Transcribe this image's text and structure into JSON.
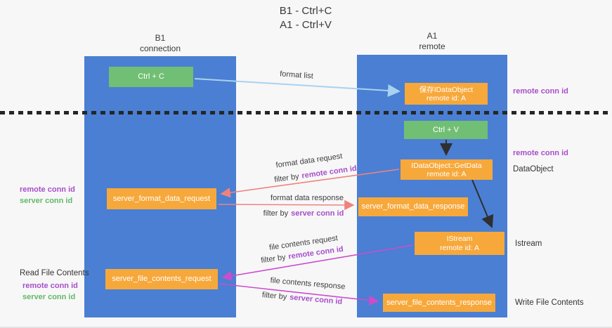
{
  "title": {
    "line1": "B1 - Ctrl+C",
    "line2": "A1 - Ctrl+V"
  },
  "lanes": {
    "left": {
      "header": "B1",
      "subheader": "connection"
    },
    "right": {
      "header": "A1",
      "subheader": "remote"
    }
  },
  "boxes": {
    "ctrl_c": "Ctrl + C",
    "ctrl_v": "Ctrl + V",
    "save_idataobject": {
      "line1": "保存IDataObject",
      "line2": "remote id: A"
    },
    "getdata": {
      "line1": "IDataObject::GetData",
      "line2": "remote id: A"
    },
    "istream": {
      "line1": "IStream",
      "line2": "remote id: A"
    },
    "server_format_data_request": "server_format_data_request",
    "server_format_data_response": "server_format_data_response",
    "server_file_contents_request": "server_file_contents_request",
    "server_file_contents_response": "server_file_contents_response"
  },
  "labels": {
    "format_list": "format list",
    "format_data_request": "format data request",
    "format_data_response": "format data response",
    "file_contents_request": "file contents request",
    "file_contents_response": "file contents response",
    "filter_by": "filter by",
    "remote_conn_id": "remote conn id",
    "server_conn_id": "server conn id",
    "dataobject": "DataObject",
    "istream": "Istream",
    "read_file_contents": "Read File Contents",
    "write_file_contents": "Write File Contents"
  },
  "colors": {
    "lane-blue": "#4a7fd3",
    "box-orange": "#f7a83b",
    "box-green": "#71bf74",
    "text-purple": "#a74fc8",
    "text-green": "#62b966",
    "arrow-salmon": "#ef837c",
    "arrow-magenta": "#cb4dcb",
    "arrow-lightblue": "#a9d2f0",
    "arrow-black": "#2f2f2f",
    "text-dark": "#3d3d3d",
    "background": "#f7f7f8"
  }
}
